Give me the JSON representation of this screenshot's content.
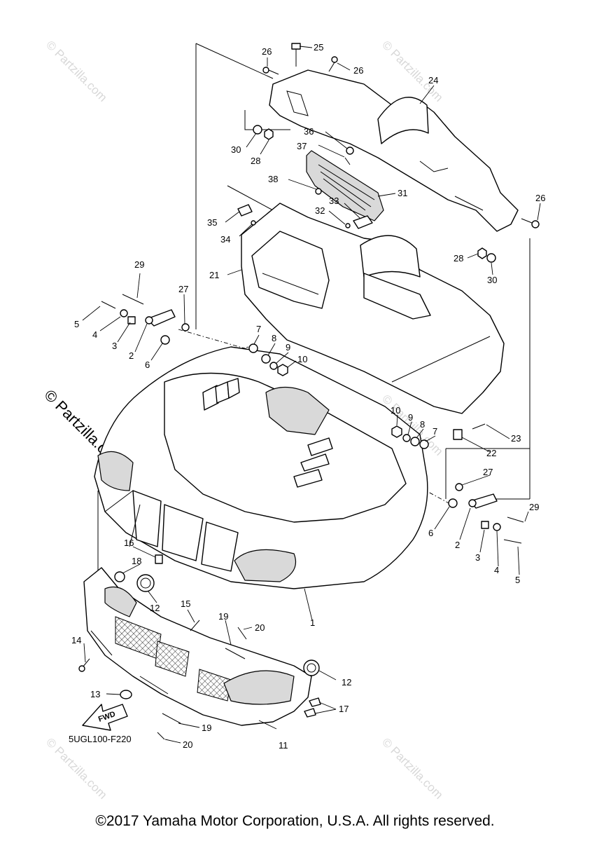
{
  "watermark": {
    "small": "© Partzilla.com",
    "large": "© Partzilla.com"
  },
  "diagram_code": "5UGL100-F220",
  "direction_arrow": "FWD",
  "copyright": "©2017 Yamaha Motor Corporation, U.S.A. All rights reserved.",
  "callouts": {
    "c1": "1",
    "c2a": "2",
    "c2b": "2",
    "c3a": "3",
    "c3b": "3",
    "c4a": "4",
    "c4b": "4",
    "c5a": "5",
    "c5b": "5",
    "c6a": "6",
    "c6b": "6",
    "c7a": "7",
    "c7b": "7",
    "c8a": "8",
    "c8b": "8",
    "c9a": "9",
    "c9b": "9",
    "c10a": "10",
    "c10b": "10",
    "c11": "11",
    "c12a": "12",
    "c12b": "12",
    "c13": "13",
    "c14": "14",
    "c15": "15",
    "c16": "16",
    "c17": "17",
    "c18": "18",
    "c19a": "19",
    "c19b": "19",
    "c20a": "20",
    "c20b": "20",
    "c21": "21",
    "c22": "22",
    "c23": "23",
    "c24": "24",
    "c25": "25",
    "c26a": "26",
    "c26b": "26",
    "c26c": "26",
    "c27a": "27",
    "c27b": "27",
    "c28a": "28",
    "c28b": "28",
    "c29a": "29",
    "c29b": "29",
    "c30a": "30",
    "c30b": "30",
    "c31": "31",
    "c32": "32",
    "c33": "33",
    "c34": "34",
    "c35": "35",
    "c36": "36",
    "c37": "37",
    "c38": "38"
  }
}
